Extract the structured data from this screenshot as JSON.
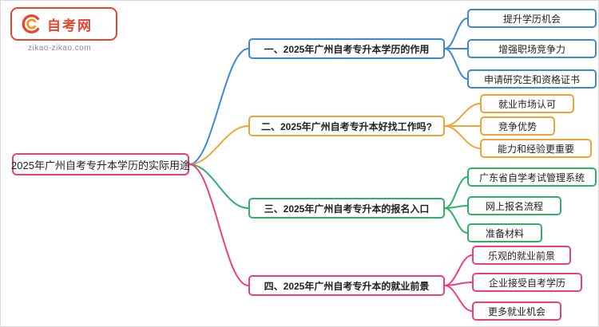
{
  "logo": {
    "brand": "自考网",
    "domain": "zikao-zikao.com",
    "color": "#e8432c",
    "accent": "#f7941d"
  },
  "root": {
    "label": "2025年广州自考专升本学历的实际用途",
    "color": "#ee3f7d"
  },
  "branches": [
    {
      "label": "一、2025年广州自考专升本学历的作用",
      "color": "#3e87d4",
      "children": [
        {
          "label": "提升学历机会"
        },
        {
          "label": "增强职场竞争力"
        },
        {
          "label": "申请研究生和资格证书"
        }
      ]
    },
    {
      "label": "二、2025年广州自考专升本好找工作吗?",
      "color": "#eda437",
      "children": [
        {
          "label": "就业市场认可"
        },
        {
          "label": "竞争优势"
        },
        {
          "label": "能力和经验更重要"
        }
      ]
    },
    {
      "label": "三、2025年广州自考专升本的报名入口",
      "color": "#2fb168",
      "children": [
        {
          "label": "广东省自学考试管理系统"
        },
        {
          "label": "网上报名流程"
        },
        {
          "label": "准备材料"
        }
      ]
    },
    {
      "label": "四、2025年广州自考专升本的就业前景",
      "color": "#ee3f7d",
      "children": [
        {
          "label": "乐观的就业前景"
        },
        {
          "label": "企业接受自考学历"
        },
        {
          "label": "更多就业机会"
        }
      ]
    }
  ]
}
